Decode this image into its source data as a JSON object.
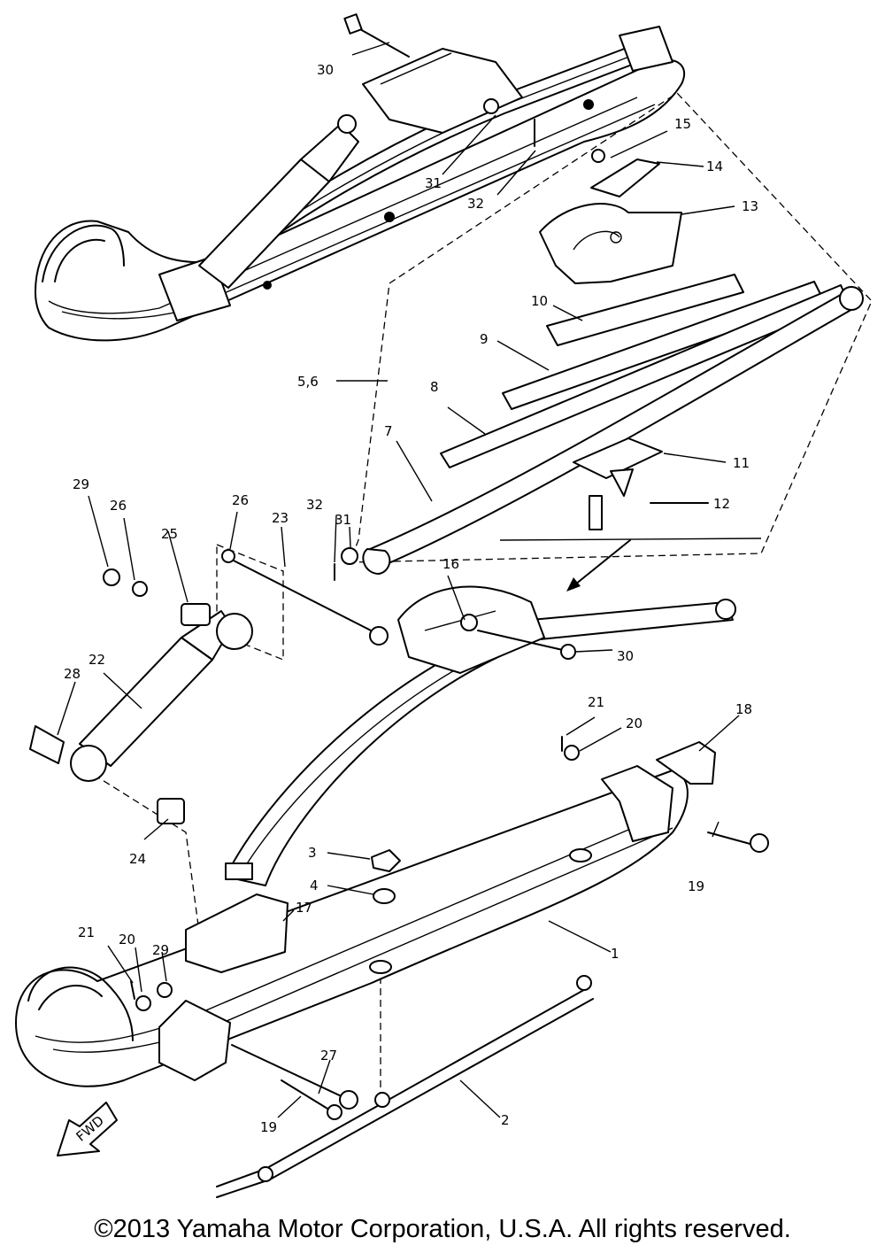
{
  "fwd_label": "FWD",
  "labels": {
    "1": "1",
    "2": "2",
    "3": "3",
    "4": "4",
    "56": "5,6",
    "7": "7",
    "8": "8",
    "9": "9",
    "10": "10",
    "11": "11",
    "12": "12",
    "13": "13",
    "14": "14",
    "15": "15",
    "16": "16",
    "17": "17",
    "18": "18",
    "19a": "19",
    "19b": "19",
    "20a": "20",
    "20b": "20",
    "21a": "21",
    "21b": "21",
    "22": "22",
    "23": "23",
    "24": "24",
    "25": "25",
    "26a": "26",
    "26b": "26",
    "27": "27",
    "28": "28",
    "29a": "29",
    "29b": "29",
    "30a": "30",
    "30b": "30",
    "31a": "31",
    "31b": "31",
    "32a": "32",
    "32b": "32"
  },
  "copyright": "©2013 Yamaha Motor Corporation, U.S.A. All rights reserved."
}
